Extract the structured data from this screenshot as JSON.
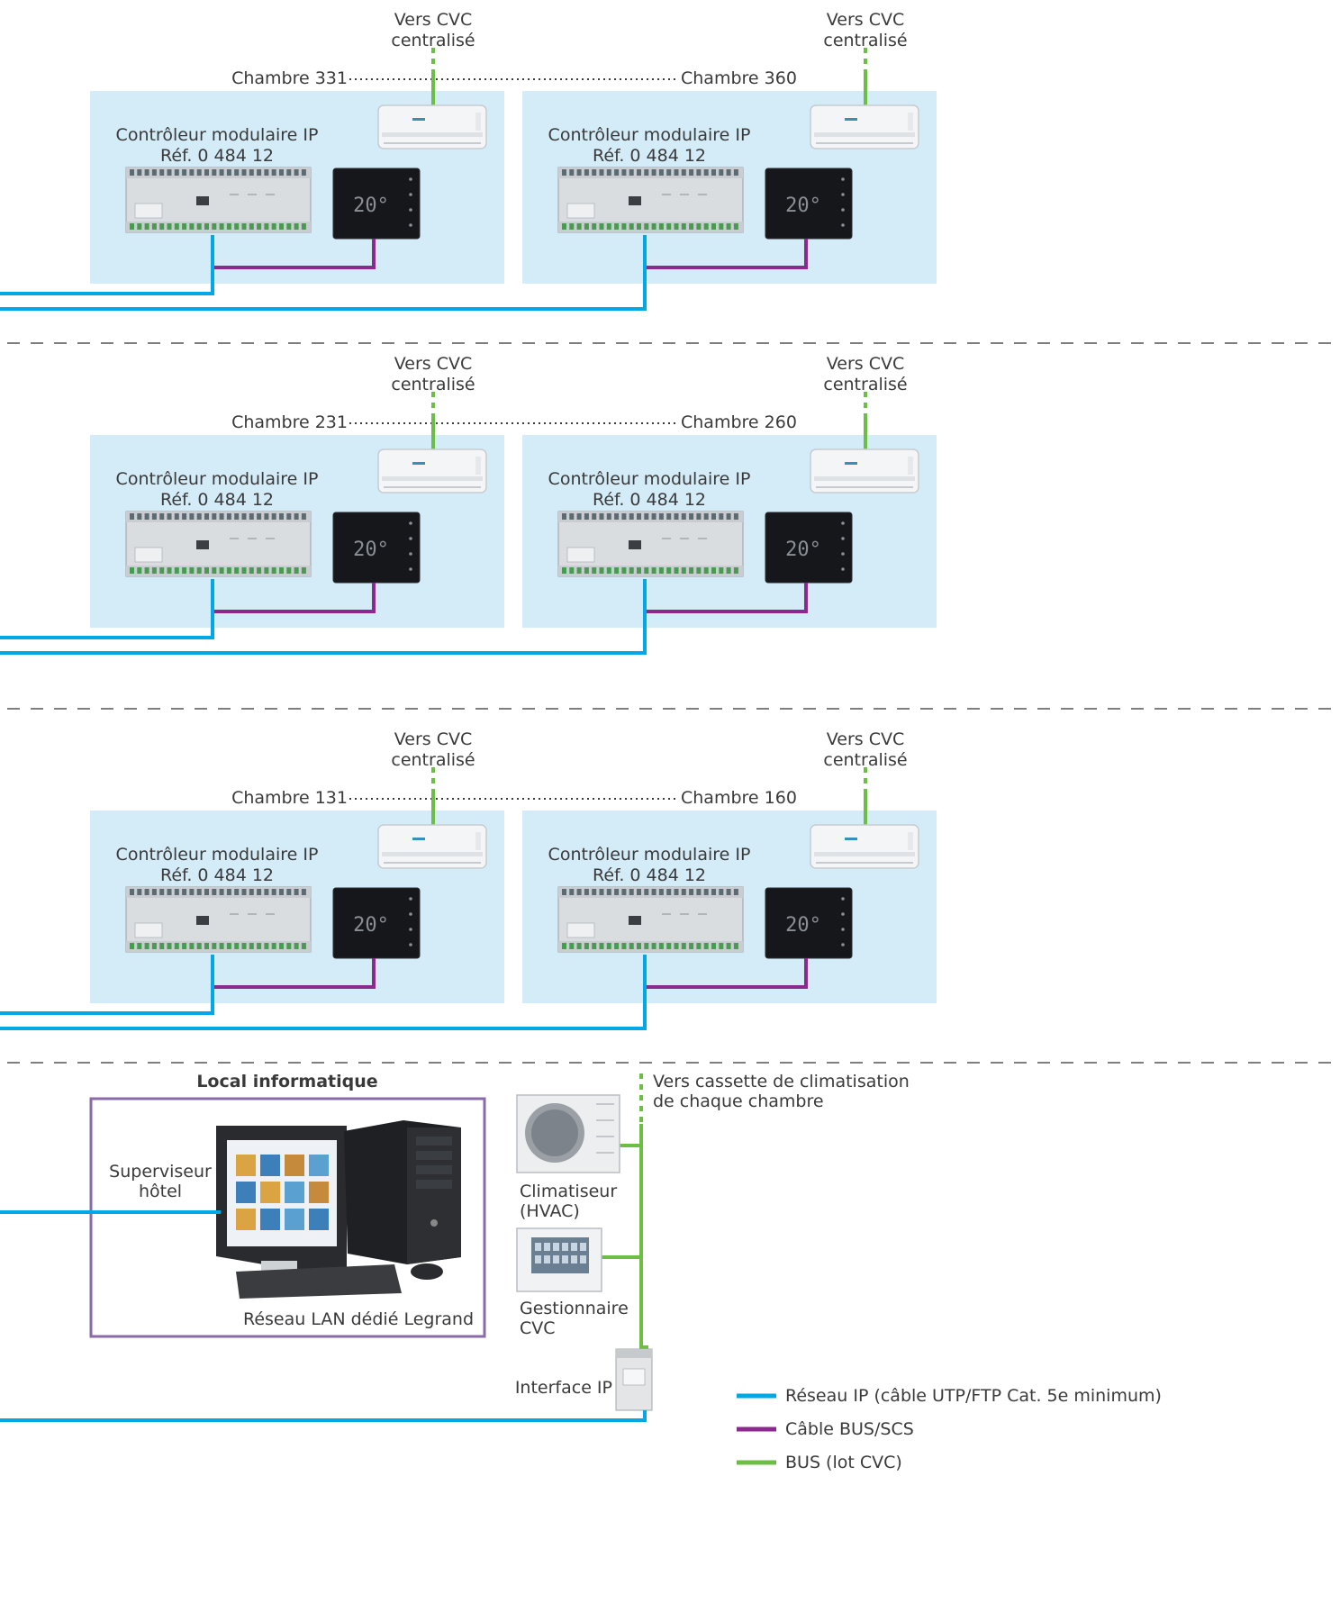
{
  "floors": [
    {
      "room_left": "Chambre 331",
      "room_right": "Chambre 360",
      "cvc_left": [
        "Vers CVC",
        "centralisé"
      ],
      "cvc_right": [
        "Vers CVC",
        "centralisé"
      ],
      "controller_left": [
        "Contrôleur modulaire IP",
        "Réf. 0 484 12"
      ],
      "controller_right": [
        "Contrôleur modulaire IP",
        "Réf. 0 484 12"
      ],
      "thermostat_display": "20°"
    },
    {
      "room_left": "Chambre 231",
      "room_right": "Chambre 260",
      "cvc_left": [
        "Vers CVC",
        "centralisé"
      ],
      "cvc_right": [
        "Vers CVC",
        "centralisé"
      ],
      "controller_left": [
        "Contrôleur modulaire IP",
        "Réf. 0 484 12"
      ],
      "controller_right": [
        "Contrôleur modulaire IP",
        "Réf. 0 484 12"
      ],
      "thermostat_display": "20°"
    },
    {
      "room_left": "Chambre 131",
      "room_right": "Chambre 160",
      "cvc_left": [
        "Vers CVC",
        "centralisé"
      ],
      "cvc_right": [
        "Vers CVC",
        "centralisé"
      ],
      "controller_left": [
        "Contrôleur modulaire IP",
        "Réf. 0 484 12"
      ],
      "controller_right": [
        "Contrôleur modulaire IP",
        "Réf. 0 484 12"
      ],
      "thermostat_display": "20°"
    }
  ],
  "server_room": {
    "title": "Local informatique",
    "supervisor": [
      "Superviseur",
      "hôtel"
    ],
    "lan": "Réseau LAN dédié Legrand"
  },
  "hvac": {
    "cassette_note": [
      "Vers cassette de climatisation",
      "de chaque chambre"
    ],
    "air_conditioner": [
      "Climatiseur",
      "(HVAC)"
    ],
    "hvac_manager": [
      "Gestionnaire",
      "CVC"
    ],
    "ip_interface": "Interface IP"
  },
  "legend": [
    {
      "label": "Réseau IP (câble UTP/FTP Cat. 5e minimum)",
      "color": "#00a9e6"
    },
    {
      "label": "Câble BUS/SCS",
      "color": "#8a2a8c"
    },
    {
      "label": "BUS (lot CVC)",
      "color": "#6dbe45"
    }
  ],
  "colors": {
    "room_bg": "#d4ecf8",
    "ip": "#00a9e6",
    "bus": "#8a2a8c",
    "cvc_bus": "#6dbe45",
    "server_frame": "#8a6aa8"
  }
}
